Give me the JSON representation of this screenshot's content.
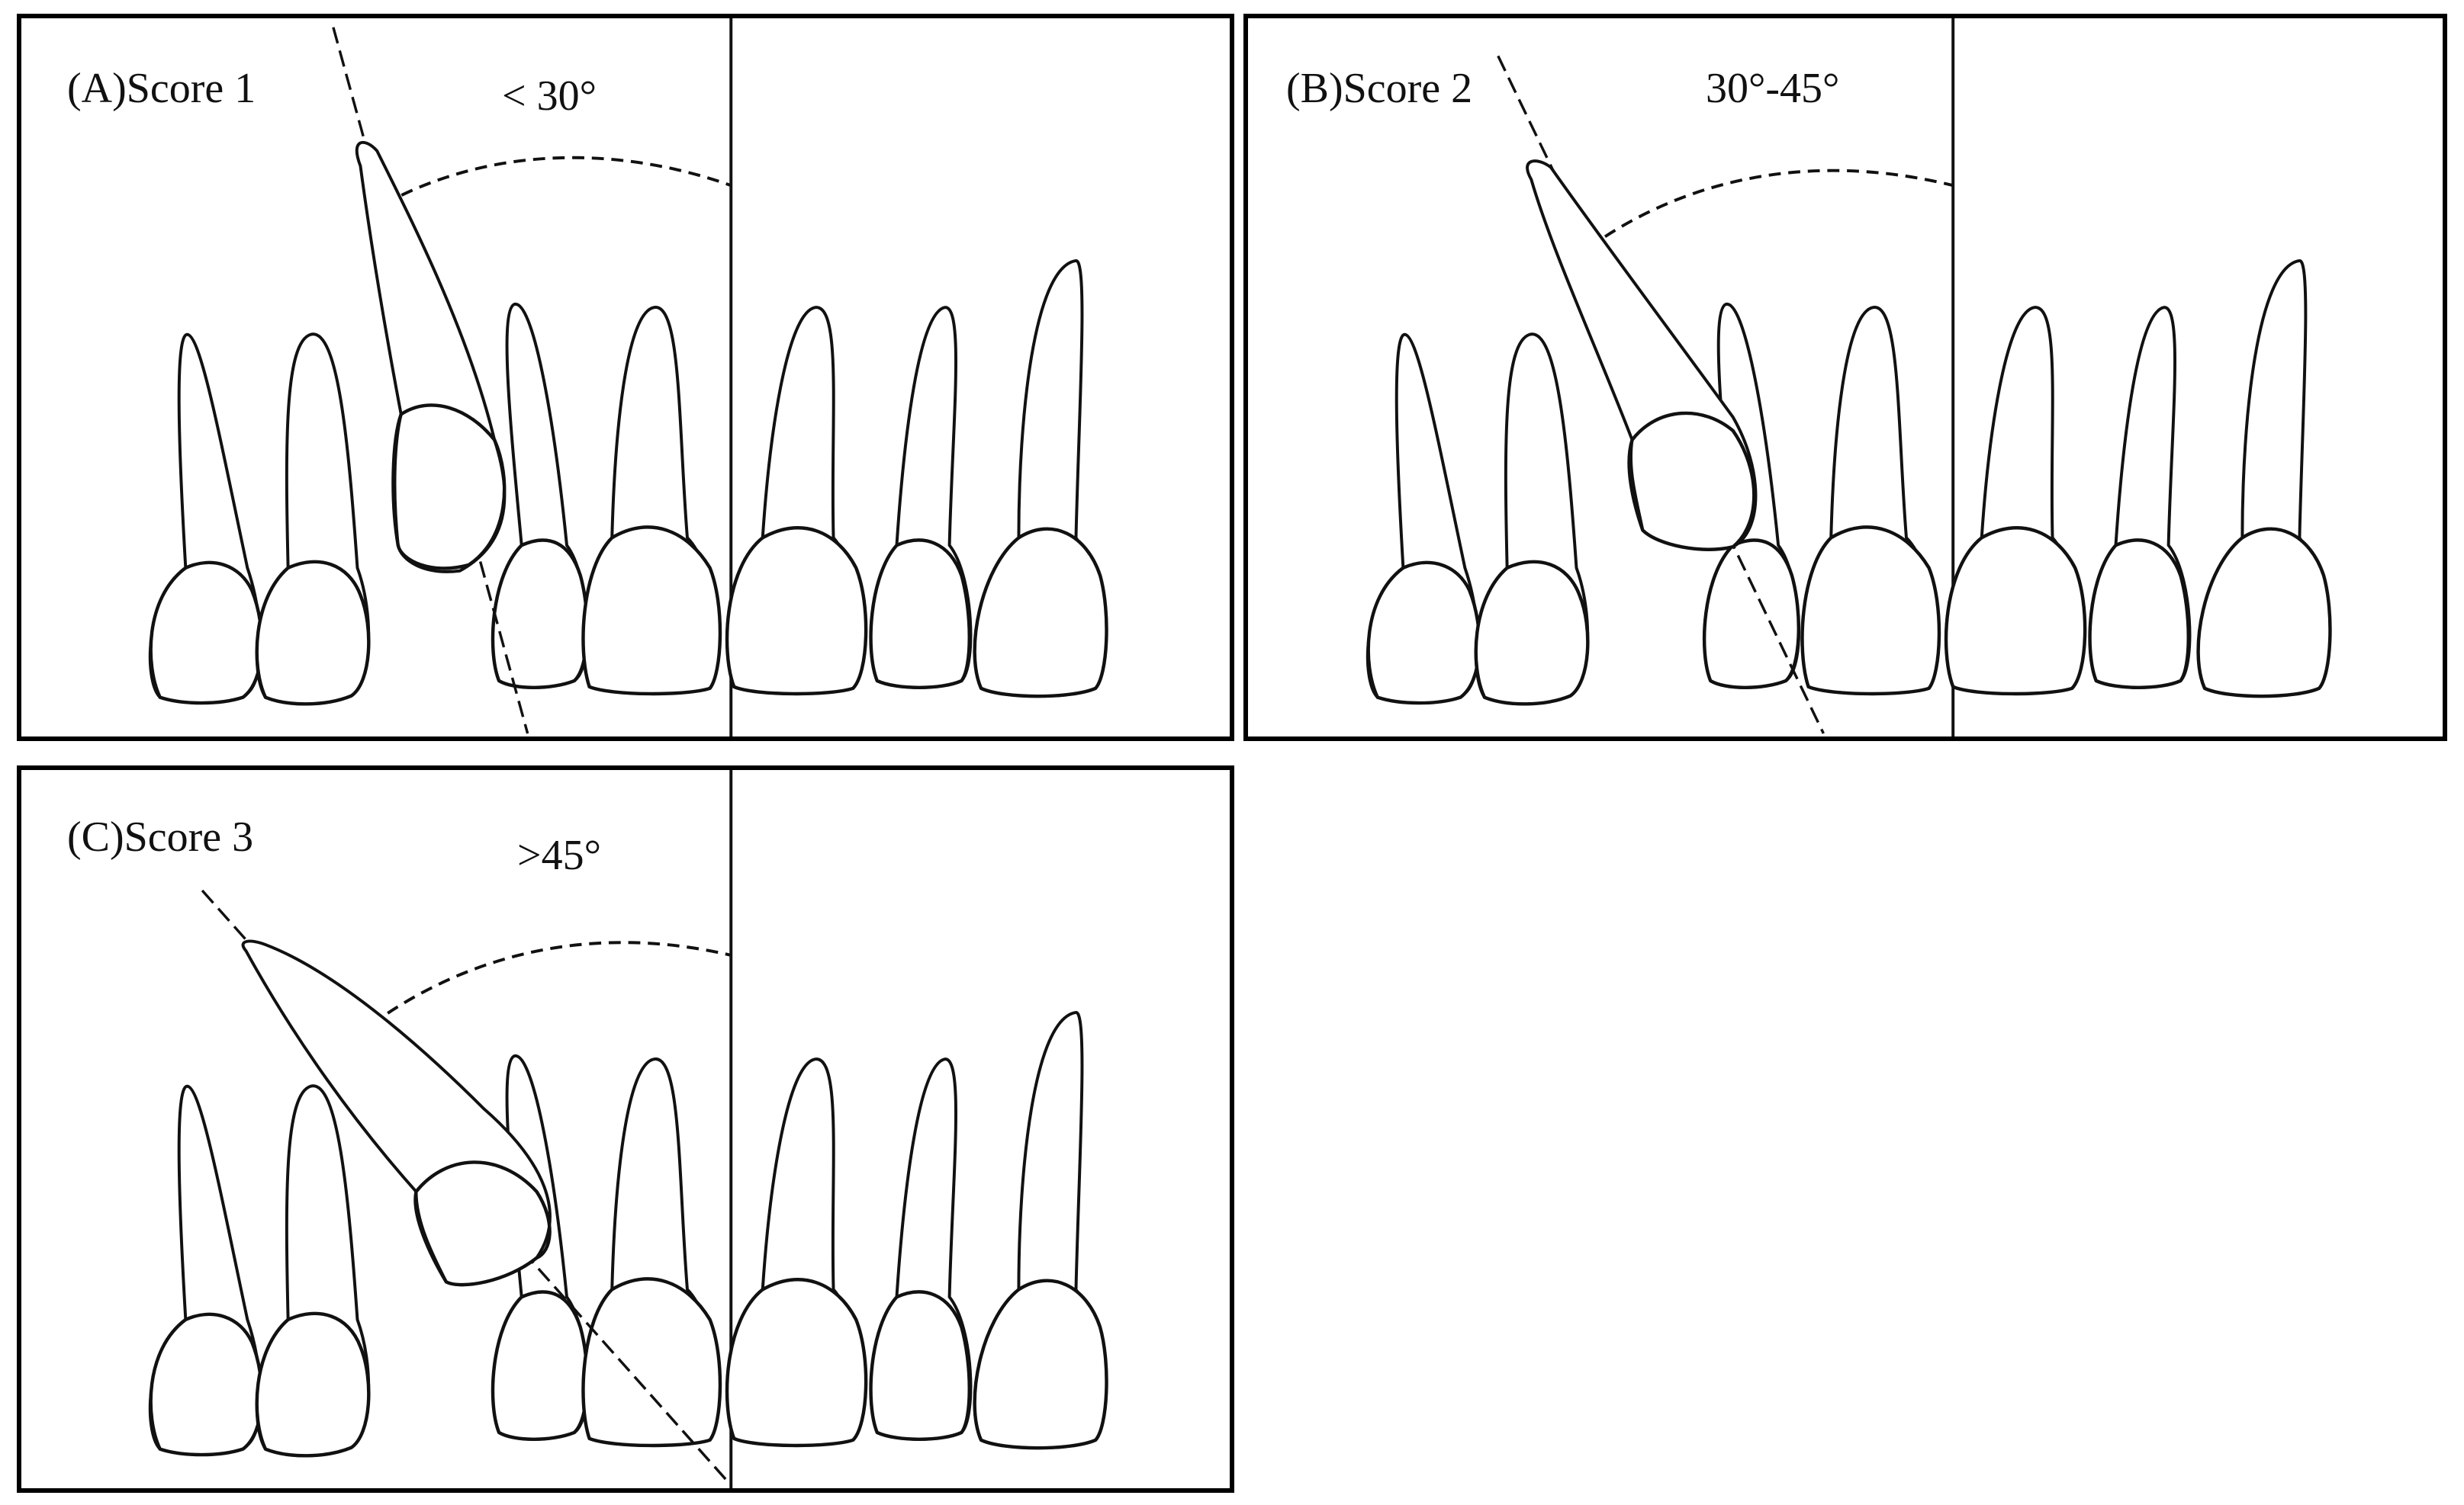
{
  "panels": [
    {
      "score_label": "(A)Score 1",
      "angle_label": "< 30°"
    },
    {
      "score_label": "(B)Score 2",
      "angle_label": "30°-45°"
    },
    {
      "score_label": "(C)Score 3",
      "angle_label": ">45°"
    }
  ]
}
